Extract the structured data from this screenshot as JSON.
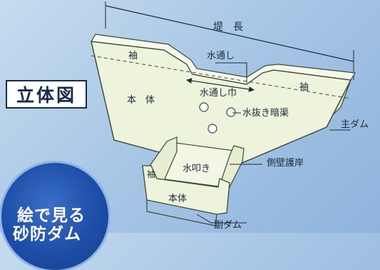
{
  "title": "立体図",
  "badge": {
    "line1": "絵で見る",
    "line2": "砂防ダム"
  },
  "labels": {
    "dam_length": "堤　長",
    "overflow": "水通し",
    "overflow_width": "水通し巾",
    "drain": "水抜き暗渠",
    "main_dam": "主ダム",
    "side_revetment": "側壁護岸",
    "apron": "水叩き",
    "sub_dam": "副ダム",
    "wing_left": "袖",
    "wing_right": "袖",
    "body_main": "本　体",
    "wing_sub": "袖",
    "body_sub": "本体"
  },
  "colors": {
    "background": "#a9c7e6",
    "dam_face": "#eef3dc",
    "dam_side": "#dde6c6",
    "outline": "#3a4a3a",
    "title_text": "#1a2a4a",
    "badge": "#1d4ea8"
  }
}
